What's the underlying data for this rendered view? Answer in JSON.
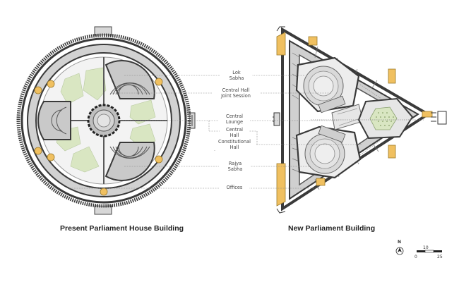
{
  "labels": {
    "lok_sabha": [
      "Lok",
      "Sabha"
    ],
    "central_hall_joint": [
      "Central Hall",
      "Joint Session"
    ],
    "central_lounge": [
      "Central",
      "Lounge"
    ],
    "central_hall": [
      "Central",
      "Hall"
    ],
    "constitutional_hall": [
      "Constitutional",
      "Hall"
    ],
    "rajya_sabha": [
      "Rajya",
      "Sabha"
    ],
    "offices": [
      "Offices"
    ]
  },
  "captions": {
    "present": "Present Parliament House Building",
    "new": "New Parliament Building"
  },
  "scale_bar": {
    "north": "N",
    "marks": [
      "0",
      "10",
      "25"
    ]
  },
  "colors": {
    "wall": "#3f3f3f",
    "corridor": "#cfcfcf",
    "green": "#d9e6c2",
    "gold": "#f0c060",
    "line": "#8a8a8a"
  }
}
